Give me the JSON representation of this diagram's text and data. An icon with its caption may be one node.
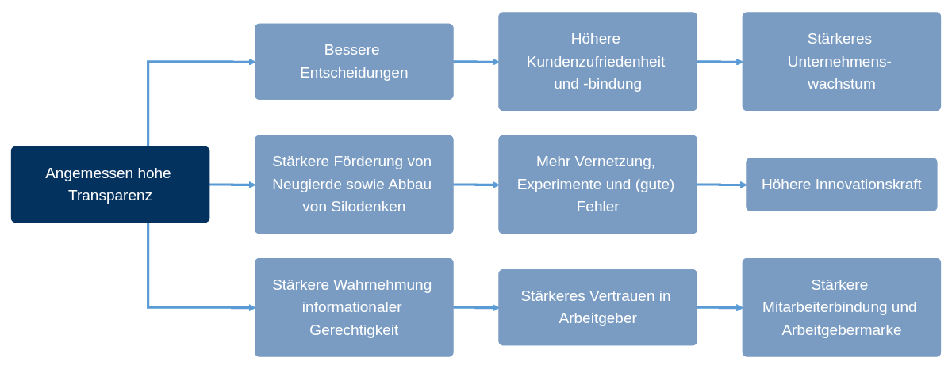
{
  "diagram": {
    "nodes": [
      {
        "text": [
          "Angemessen hohe Transparenz"
        ]
      },
      {
        "text": [
          "Bessere Entscheidungen"
        ]
      },
      {
        "text": [
          "Höhere Kundenzufriedenheit und -bindung"
        ]
      },
      {
        "text": [
          "Stärkeres Unternehmens- wachstum"
        ]
      },
      {
        "text": [
          "Stärkere Förderung von Neugierde sowie Abbau von Silodenken"
        ]
      },
      {
        "text": [
          "Mehr Vernetzung, Experimente und (gute) Fehler"
        ]
      },
      {
        "text": [
          "Höhere Innovationskraft"
        ]
      },
      {
        "text": [
          "Stärkere Wahrnehmung informationaler Gerechtigkeit"
        ]
      },
      {
        "text": [
          "Stärkeres Vertrauen in Arbeitgeber"
        ]
      },
      {
        "text": [
          "Stärkere Mitarbeiterbindung und Arbeitgebermarke"
        ]
      }
    ],
    "edges": [
      {
        "from": 0,
        "to": 1,
        "arrow": "to"
      },
      {
        "from": 0,
        "to": 4,
        "arrow": "to"
      },
      {
        "from": 0,
        "to": 7,
        "arrow": "to"
      },
      {
        "from": 1,
        "to": 2,
        "arrow": "to"
      },
      {
        "from": 2,
        "to": 3,
        "arrow": "to"
      },
      {
        "from": 4,
        "to": 5,
        "arrow": "to"
      },
      {
        "from": 5,
        "to": 6,
        "arrow": "to"
      },
      {
        "from": 7,
        "to": 8,
        "arrow": "to"
      },
      {
        "from": 8,
        "to": 9,
        "arrow": "to"
      }
    ]
  }
}
